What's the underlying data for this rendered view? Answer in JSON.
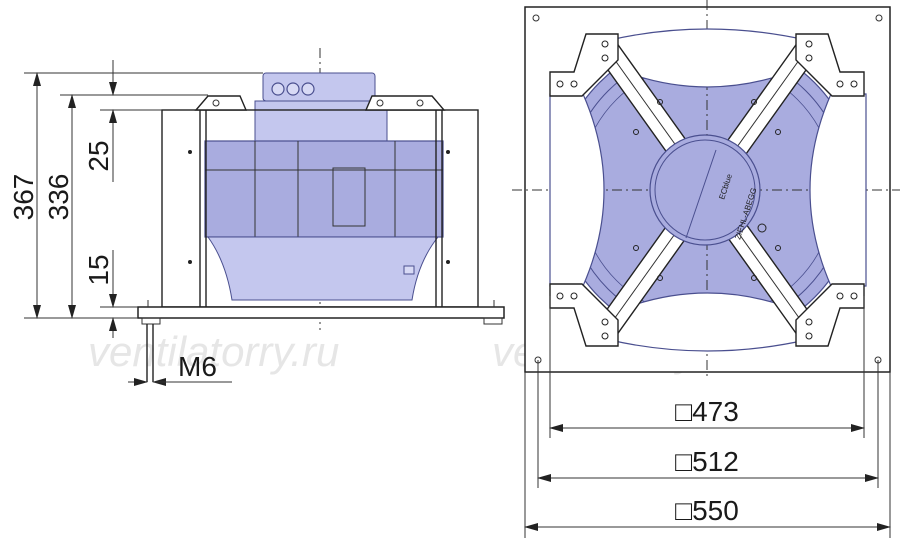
{
  "watermark": "ventilatorry.ru",
  "dimensions": {
    "side_total_height": "367",
    "side_frame_height": "336",
    "side_top_offset": "25",
    "side_bottom_offset": "15",
    "bolt": "M6",
    "front_inner": "□473",
    "front_mid": "□512",
    "front_outer": "□550"
  },
  "motor_label": {
    "brand": "ZIEHL-ABEGG",
    "series": "ECblue"
  },
  "colors": {
    "fan_blue": "#a9acdf",
    "outline": "#222222"
  }
}
